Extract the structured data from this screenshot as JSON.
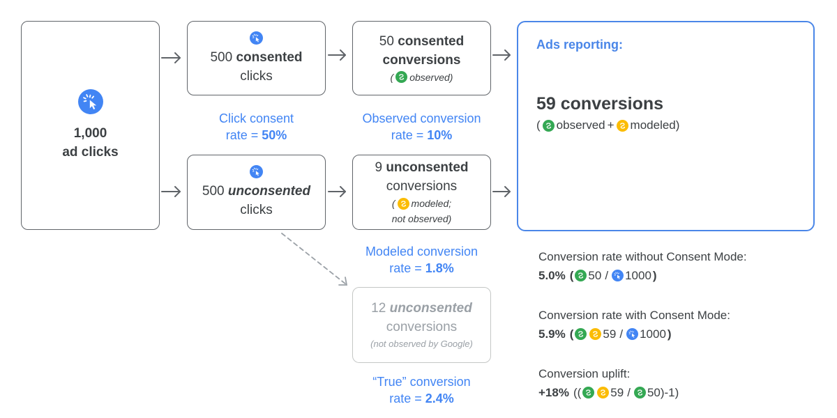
{
  "ad_clicks": {
    "count": "1,000",
    "label": "ad clicks"
  },
  "consented_clicks": {
    "count": "500",
    "qualifier": "consented",
    "label": "clicks"
  },
  "unconsented_clicks": {
    "count": "500",
    "qualifier": "unconsented",
    "label": "clicks"
  },
  "click_consent_rate": {
    "line1": "Click consent",
    "line2_prefix": "rate = ",
    "value": "50%"
  },
  "consented_conversions": {
    "count": "50",
    "line1_bold": "consented",
    "line2": "conversions",
    "note_open": "(",
    "note": "observed)"
  },
  "observed_rate": {
    "line1": "Observed conversion",
    "line2_prefix": "rate = ",
    "value": "10%"
  },
  "unconsented_conversions": {
    "count": "9",
    "line1_bold": "unconsented",
    "line2": "conversions",
    "note_open": "(",
    "note": "modeled;",
    "note2": "not observed)"
  },
  "modeled_rate": {
    "line1": "Modeled conversion",
    "line2_prefix": "rate = ",
    "value": "1.8%"
  },
  "true_conversions": {
    "count": "12",
    "line1_bold": "unconsented",
    "line2": "conversions",
    "note": "(not observed by Google)"
  },
  "true_rate": {
    "line1": "“True” conversion",
    "line2_prefix": "rate = ",
    "value": "2.4%"
  },
  "ads_reporting": {
    "title": "Ads reporting:",
    "headline": "59 conversions",
    "open": "(",
    "observed": "observed",
    "plus": "+",
    "modeled": "modeled)"
  },
  "stats": {
    "without": {
      "label": "Conversion rate without Consent Mode:",
      "value": "5.0%",
      "open": "(",
      "num": "50",
      "slash": "/",
      "den": "1000",
      "close": ")"
    },
    "with": {
      "label": "Conversion rate with Consent Mode:",
      "value": "5.9%",
      "open": "(",
      "num": "59",
      "slash": "/",
      "den": "1000",
      "close": ")"
    },
    "uplift": {
      "label": "Conversion uplift:",
      "value": "+18%",
      "open": "((",
      "num": "59",
      "slash": "/",
      "den": "50)-1)"
    }
  },
  "colors": {
    "observed": "#34a853",
    "modeled": "#fbbc04",
    "click": "#4285f4",
    "accent": "#4a86e8"
  },
  "icons": {
    "click": "cursor-click-icon",
    "conversion": "conversion-path-icon"
  }
}
